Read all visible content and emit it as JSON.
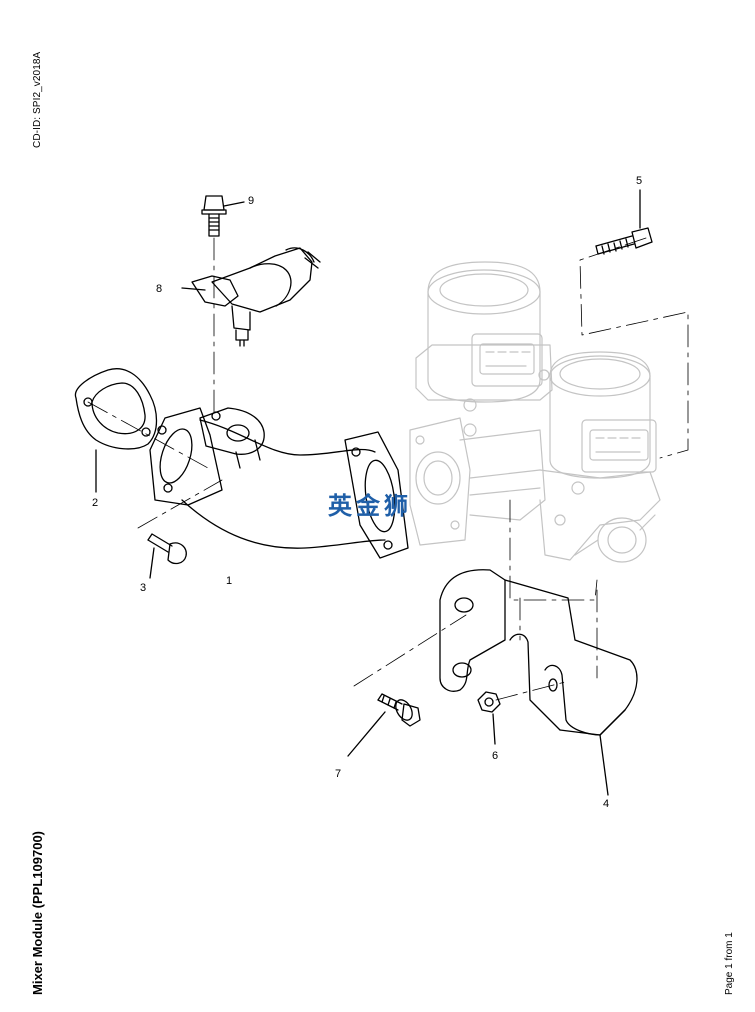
{
  "header": {
    "cd_id": "CD-ID: SPI2_v2018A"
  },
  "footer": {
    "title": "Mixer Module (PPL109700)",
    "page_info": "Page 1 from 1"
  },
  "watermark": {
    "text": "英金狮",
    "color": "#1f5fa8"
  },
  "callouts": [
    "1",
    "2",
    "3",
    "4",
    "5",
    "6",
    "7",
    "8",
    "9"
  ]
}
